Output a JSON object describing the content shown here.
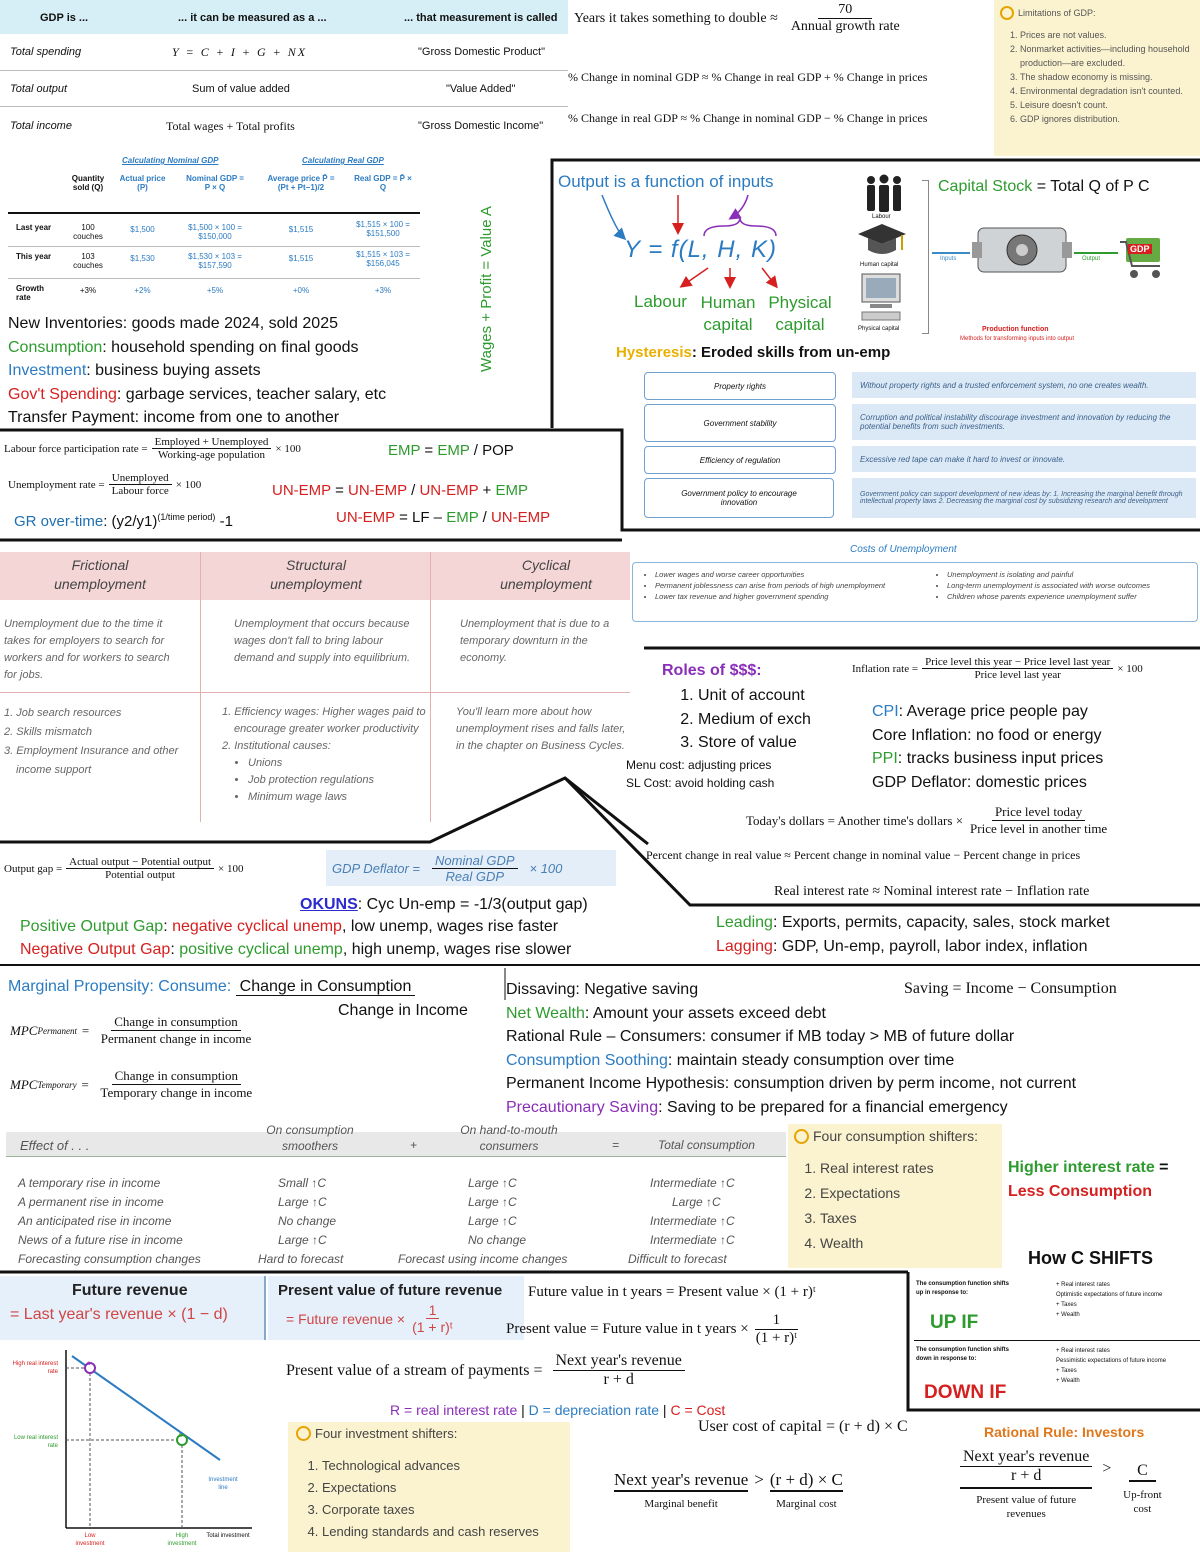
{
  "gdp_table": {
    "headers": [
      "GDP is ...",
      "... it can be measured as a ...",
      "... that measurement is called"
    ],
    "rows": [
      [
        "Total spending",
        "Y = C + I + G + NX",
        "\"Gross Domestic Product\""
      ],
      [
        "Total output",
        "Sum of value added",
        "\"Value Added\""
      ],
      [
        "Total income",
        "Total wages + Total profits",
        "\"Gross Domestic Income\""
      ]
    ]
  },
  "doubling": {
    "left": "Years it takes something to double ≈",
    "num": "70",
    "den": "Annual growth rate"
  },
  "pct_change_1": "% Change in nominal GDP ≈ % Change in real GDP + % Change in prices",
  "pct_change_2": "% Change in real GDP ≈ % Change in nominal GDP − % Change in prices",
  "limitations": {
    "title": "Limitations of GDP:",
    "items": [
      "Prices are not values.",
      "Nonmarket activities—including household production—are excluded.",
      "The shadow economy is missing.",
      "Environmental degradation isn't counted.",
      "Leisure doesn't count.",
      "GDP ignores distribution."
    ]
  },
  "nominal_real": {
    "group1": "Calculating Nominal GDP",
    "group2": "Calculating Real GDP",
    "headers": [
      "Quantity sold (Q)",
      "Actual price (P)",
      "Nominal GDP = P × Q",
      "Average price P̄ = (Pt + Pt−1)/2",
      "Real GDP = P̄ × Q"
    ],
    "rows": [
      {
        "label": "Last year",
        "cells": [
          "100 couches",
          "$1,500",
          "$1,500 × 100 = $150,000",
          "$1,515",
          "$1,515 × 100 = $151,500"
        ]
      },
      {
        "label": "This year",
        "cells": [
          "103 couches",
          "$1,530",
          "$1,530 × 103 = $157,590",
          "$1,515",
          "$1,515 × 103 = $156,045"
        ]
      },
      {
        "label": "Growth rate",
        "cells": [
          "+3%",
          "+2%",
          "+5%",
          "+0%",
          "+3%"
        ]
      }
    ]
  },
  "vertical_note": "Wages + Profit = Value A",
  "definitions": [
    {
      "term": "New Inventories",
      "text": ": goods made 2024, sold 2025",
      "color": "#111111"
    },
    {
      "term": "Consumption",
      "text": ": household spending on final goods",
      "color": "#2e9b2e"
    },
    {
      "term": "Investment",
      "text": ": business buying assets",
      "color": "#2b7bc2"
    },
    {
      "term": "Gov't Spending",
      "text": ": garbage services, teacher salary, etc",
      "color": "#d62020"
    },
    {
      "term": "Transfer Payment",
      "text": ": income from one to another",
      "color": "#111111"
    }
  ],
  "production": {
    "title": "Output is a function of inputs",
    "formula": "Y = f(L, H, K)",
    "labels": [
      "Labour",
      "Human capital",
      "Physical capital"
    ],
    "capital_stock_term": "Capital Stock",
    "capital_stock_text": " = Total Q of P C",
    "icon_labels": [
      "Labour",
      "Human capital",
      "Physical capital"
    ],
    "flow": [
      "Inputs",
      "Output"
    ],
    "function_label": "Production function",
    "function_sub": "Methods for transforming inputs into output",
    "gdp_badge": "GDP"
  },
  "hysteresis": {
    "term": "Hysteresis",
    "text": ": Eroded skills from un-emp"
  },
  "institutions": [
    {
      "k": "Property rights",
      "v": "Without property rights and a trusted enforcement system, no one creates wealth."
    },
    {
      "k": "Government stability",
      "v": "Corruption and political instability discourage investment and innovation by reducing the potential benefits from such investments."
    },
    {
      "k": "Efficiency of regulation",
      "v": "Excessive red tape can make it hard to invest or innovate."
    },
    {
      "k": "Government policy to encourage innovation",
      "v": "Government policy can support development of new ideas by: 1. Increasing the marginal benefit through intellectual property laws 2. Decreasing the marginal cost by subsidizing research and development"
    }
  ],
  "labour": {
    "lfpr_left": "Labour force participation rate =",
    "lfpr_num": "Employed + Unemployed",
    "lfpr_den": "Working-age population",
    "times100": "× 100",
    "ur_left": "Unemployment rate =",
    "ur_num": "Unemployed",
    "ur_den": "Labour force",
    "emp_eq_a": "EMP",
    "emp_eq_b": " = ",
    "emp_eq_c": "EMP",
    "emp_eq_d": " / POP",
    "unemp_eq": [
      "UN-EMP",
      " = ",
      "UN-EMP",
      " / ",
      "UN-EMP",
      " + ",
      "EMP"
    ],
    "gr_term": "GR over-time",
    "gr_text": ": (y2/y1)",
    "gr_sup": "(1/time period)",
    "gr_tail": " -1",
    "lf_eq": [
      "UN-EMP",
      " = LF – ",
      "EMP",
      " / ",
      "UN-EMP"
    ]
  },
  "unemp_types": {
    "heads": [
      "Frictional unemployment",
      "Structural unemployment",
      "Cyclical unemployment"
    ],
    "defs": [
      "Unemployment due to the time it takes for employers to search for workers and for workers to search for jobs.",
      "Unemployment that occurs because wages don't fall to bring labour demand and supply into equilibrium.",
      "Unemployment that is due to a temporary downturn in the economy."
    ],
    "causes1": [
      "1. Job search resources",
      "2. Skills mismatch",
      "3. Employment Insurance and other income support"
    ],
    "causes2": [
      "1. Efficiency wages: Higher wages paid to encourage greater worker productivity",
      "2. Institutional causes:"
    ],
    "causes2_bullets": [
      "Unions",
      "Job protection regulations",
      "Minimum wage laws"
    ],
    "causes3": "You'll learn more about how unemployment rises and falls later, in the chapter on Business Cycles."
  },
  "costs_unemp": {
    "title": "Costs of Unemployment",
    "left": [
      "Lower wages and worse career opportunities",
      "Permanent joblessness can arise from periods of high unemployment",
      "Lower tax revenue and higher government spending"
    ],
    "right": [
      "Unemployment is isolating and painful",
      "Long-term unemployment is associated with worse outcomes",
      "Children whose parents experience unemployment suffer"
    ]
  },
  "money": {
    "roles_title": "Roles of $$$:",
    "roles": [
      "Unit of account",
      "Medium of exch",
      "Store of value"
    ],
    "menu": "Menu cost: adjusting prices",
    "sl": "SL Cost: avoid holding cash",
    "infl_left": "Inflation rate =",
    "infl_num": "Price level this year − Price level last year",
    "infl_den": "Price level last year",
    "infl_times": "× 100",
    "cpi_term": "CPI",
    "cpi_text": ": Average price people pay",
    "core": "Core Inflation: no food or energy",
    "ppi_term": "PPI",
    "ppi_text": ": tracks business input prices",
    "deflator": "GDP Deflator: domestic prices",
    "today_left": "Today's dollars = Another time's dollars ×",
    "today_num": "Price level today",
    "today_den": "Price level in another time",
    "real_value": "Percent change in real value ≈ Percent change in nominal value − Percent change in prices",
    "real_rate": "Real interest rate ≈ Nominal interest rate − Inflation rate"
  },
  "output_gap": {
    "left": "Output gap =",
    "num": "Actual output − Potential output",
    "den": "Potential output",
    "times": "× 100",
    "defl_left": "GDP Deflator =",
    "defl_num": "Nominal GDP",
    "defl_den": "Real GDP",
    "defl_times": "× 100",
    "okun_term": "OKUNS",
    "okun_text": ": Cyc Un-emp = -1/3(output gap)",
    "pos_term": "Positive Output Gap",
    "pos_colon": ": ",
    "pos_red": "negative cyclical unemp",
    "pos_tail": ", low unemp, wages rise faster",
    "neg_term": "Negative Output Gap",
    "neg_colon": ": ",
    "neg_green": "positive cyclical unemp",
    "neg_tail": ", high unemp, wages rise slower",
    "leading_term": "Leading",
    "leading_text": ": Exports, permits, capacity, sales, stock market",
    "lagging_term": "Lagging",
    "lagging_text": ": GDP, Un-emp, payroll, labor index, inflation"
  },
  "consumption": {
    "mpc_term": "Marginal Propensity: Consume:",
    "mpc_num": "Change in Consumption",
    "mpc_den": "Change in Income",
    "mpcp_left": "MPC",
    "mpcp_sub": "Permanent",
    "mpcp_num": "Change in consumption",
    "mpcp_den": "Permanent change in income",
    "mpct_left": "MPC",
    "mpct_sub": "Temporary",
    "mpct_num": "Change in consumption",
    "mpct_den": "Temporary change in income",
    "dissaving": "Dissaving: Negative saving",
    "saving_eq": "Saving = Income − Consumption",
    "net_wealth_term": "Net Wealth",
    "net_wealth_text": ": Amount your assets exceed debt",
    "rational": "Rational Rule – Consumers: consumer if MB today > MB of future dollar",
    "smooth_term": "Consumption Soothing",
    "smooth_text": ": maintain steady consumption over time",
    "pih": "Permanent Income Hypothesis: consumption driven by perm income, not current",
    "precaution_term": "Precautionary Saving",
    "precaution_text": ": Saving to be prepared for a financial emergency"
  },
  "effect_table": {
    "headers": [
      "Effect of . . .",
      "On consumption smoothers",
      "+",
      "On hand-to-mouth consumers",
      "=",
      "Total consumption"
    ],
    "rows": [
      [
        "A temporary rise in income",
        "Small ↑C",
        "Large ↑C",
        "Intermediate ↑C"
      ],
      [
        "A permanent rise in income",
        "Large ↑C",
        "Large ↑C",
        "Large ↑C"
      ],
      [
        "An anticipated rise in income",
        "No change",
        "Large ↑C",
        "Intermediate ↑C"
      ],
      [
        "News of a future rise in income",
        "Large ↑C",
        "No change",
        "Intermediate ↑C"
      ],
      [
        "Forecasting consumption changes",
        "Hard to forecast",
        "Forecast using income changes",
        "Difficult to forecast"
      ]
    ]
  },
  "c_shifters": {
    "title": "Four consumption shifters:",
    "items": [
      "Real interest rates",
      "Expectations",
      "Taxes",
      "Wealth"
    ]
  },
  "higher_rate": {
    "a": "Higher interest rate",
    "b": " =",
    "c": "Less Consumption"
  },
  "how_c_shifts": "How C SHIFTS",
  "up_if": {
    "label": "UP IF",
    "left_title": "The consumption function shifts up in response to:",
    "items": [
      "+ Real interest rates",
      "Optimistic expectations of future income",
      "+ Taxes",
      "+ Wealth"
    ]
  },
  "down_if": {
    "label": "DOWN IF",
    "left_title": "The consumption function shifts down in response to:",
    "items": [
      "+ Real interest rates",
      "Pessimistic expectations of future income",
      "+ Taxes",
      "+ Wealth"
    ]
  },
  "investment": {
    "future_rev_title": "Future revenue",
    "future_rev_formula": "= Last year's revenue × (1 − d)",
    "pv_title": "Present value of future revenue",
    "pv_formula_left": "= Future revenue ×",
    "pv_num": "1",
    "pv_den": "(1 + r)ᵗ",
    "fv": "Future value in t years = Present value × (1 + r)ᵗ",
    "pv_left": "Present value = Future value in t years ×",
    "pv2_num": "1",
    "pv2_den": "(1 + r)ᵗ",
    "stream_left": "Present value of a stream of payments =",
    "stream_num": "Next year's revenue",
    "stream_den": "r + d",
    "legend_r": "R = real interest rate",
    "legend_sep": " | ",
    "legend_d": "D = depreciation rate",
    "legend_c": "C = Cost",
    "user_cost": "User cost of capital = (r + d) × C",
    "rational_inv": "Rational Rule: Investors",
    "inv_shifters_title": "Four investment shifters:",
    "inv_shifters": [
      "Technological advances",
      "Expectations",
      "Corporate taxes",
      "Lending standards and cash reserves"
    ],
    "mb_text": "Next year's revenue",
    "gt": ">",
    "mc_text": "(r + d) × C",
    "mb_label": "Marginal benefit",
    "mc_label": "Marginal cost",
    "ineq_num": "Next year's revenue",
    "ineq_den": "r + d",
    "ineq_c": "C",
    "ineq_pv_label": "Present value of future revenues",
    "ineq_c_label": "Up-front cost",
    "graph": {
      "y_high": "High real interest rate",
      "y_low": "Low real interest rate",
      "x_low": "Low investment",
      "x_high": "High investment",
      "x_axis": "Total investment",
      "line": "Investment line",
      "pt_a": "a",
      "pt_b": "b"
    }
  }
}
